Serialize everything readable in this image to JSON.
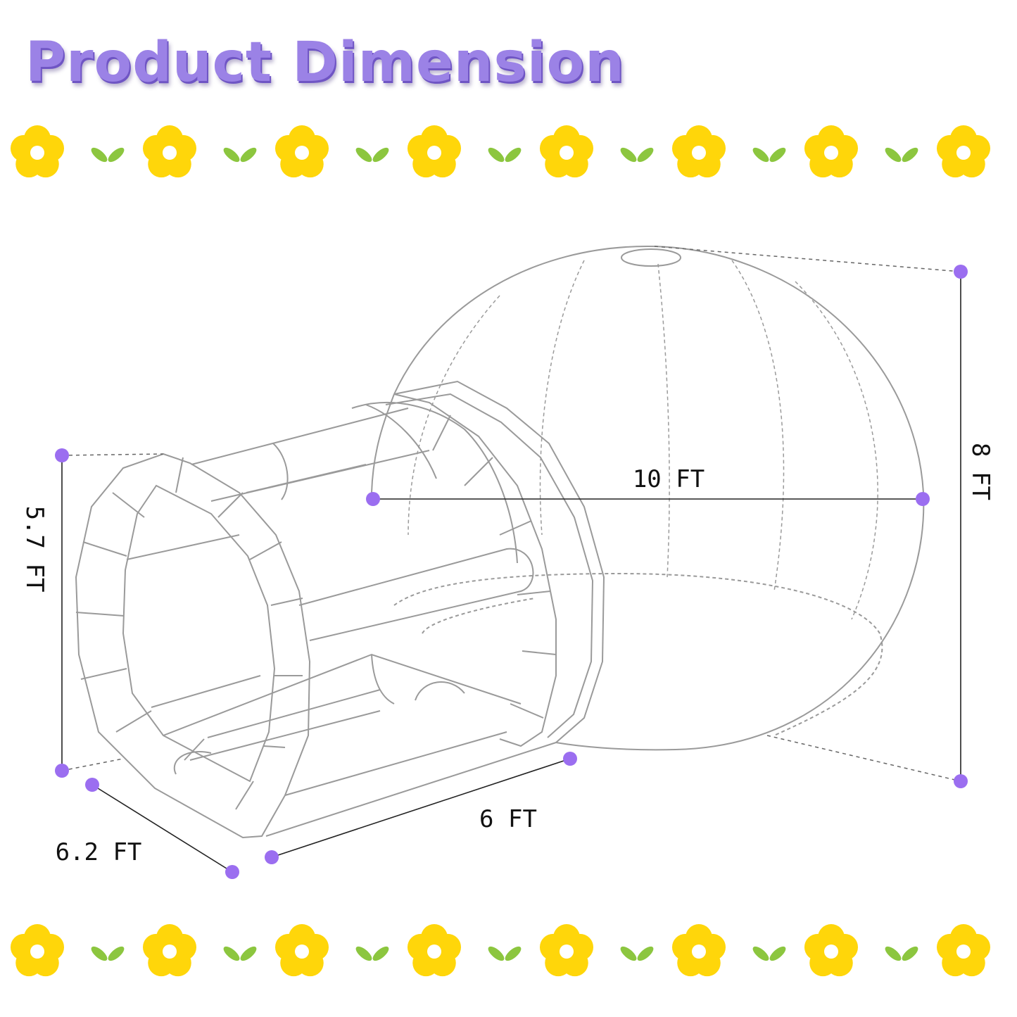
{
  "title": "Product Dimension",
  "dimensions": {
    "length": "10 FT",
    "height": "8 FT",
    "tunnel_height": "5.7 FT",
    "tunnel_length": "6 FT",
    "tunnel_width": "6.2 FT"
  },
  "colors": {
    "title": "#9b82e6",
    "flower": "#ffd60a",
    "leaf": "#8cc63f",
    "marker": "#9b6ef0",
    "outline": "#9a9a9a"
  },
  "icons": {
    "flower": "flower-icon",
    "leaves": "leaf-icon"
  }
}
